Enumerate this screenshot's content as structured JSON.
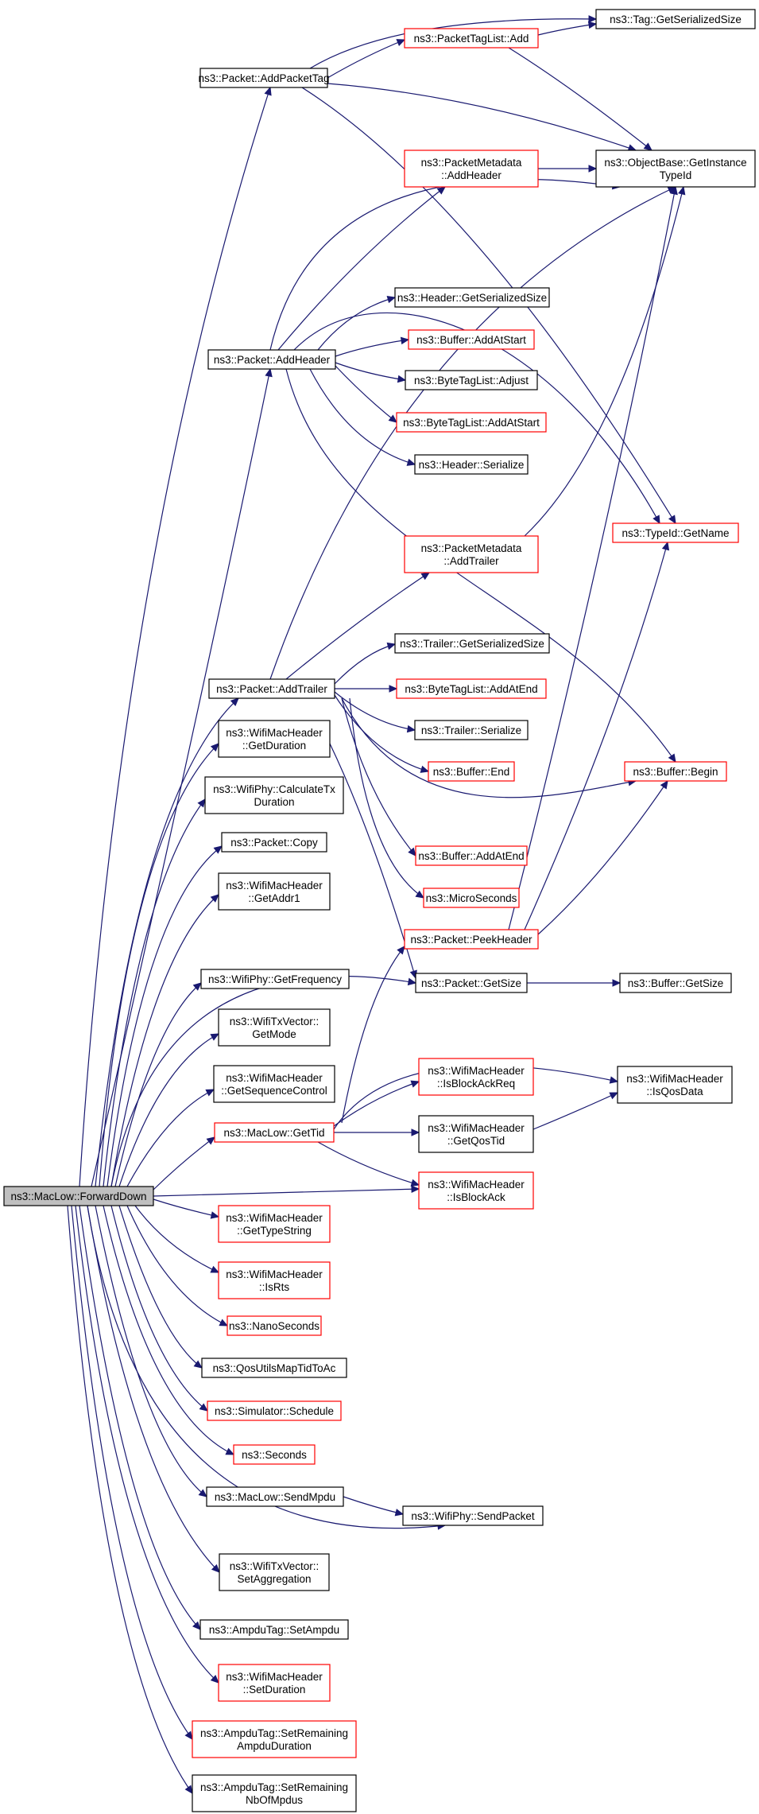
{
  "colors": {
    "edge": "#191970",
    "border_black": "#000000",
    "border_red": "#ff0000",
    "root_fill": "#bfbfbf",
    "node_fill": "#ffffff"
  },
  "nodes": [
    {
      "id": "root",
      "lines": [
        "ns3::MacLow::ForwardDown"
      ],
      "kind": "root"
    },
    {
      "id": "addPacketTag",
      "lines": [
        "ns3::Packet::AddPacketTag"
      ],
      "kind": "black"
    },
    {
      "id": "tagListAdd",
      "lines": [
        "ns3::PacketTagList::Add"
      ],
      "kind": "red"
    },
    {
      "id": "tagGetSize",
      "lines": [
        "ns3::Tag::GetSerializedSize"
      ],
      "kind": "black"
    },
    {
      "id": "getInstanceTypeId",
      "lines": [
        "ns3::ObjectBase::GetInstance",
        "TypeId"
      ],
      "kind": "black"
    },
    {
      "id": "metaAddHeader",
      "lines": [
        "ns3::PacketMetadata",
        "::AddHeader"
      ],
      "kind": "red"
    },
    {
      "id": "headerGetSize",
      "lines": [
        "ns3::Header::GetSerializedSize"
      ],
      "kind": "black"
    },
    {
      "id": "addHeader",
      "lines": [
        "ns3::Packet::AddHeader"
      ],
      "kind": "black"
    },
    {
      "id": "bufAddAtStart",
      "lines": [
        "ns3::Buffer::AddAtStart"
      ],
      "kind": "red"
    },
    {
      "id": "byteAdjust",
      "lines": [
        "ns3::ByteTagList::Adjust"
      ],
      "kind": "black"
    },
    {
      "id": "byteAddAtStart",
      "lines": [
        "ns3::ByteTagList::AddAtStart"
      ],
      "kind": "red"
    },
    {
      "id": "headerSerialize",
      "lines": [
        "ns3::Header::Serialize"
      ],
      "kind": "black"
    },
    {
      "id": "typeIdGetName",
      "lines": [
        "ns3::TypeId::GetName"
      ],
      "kind": "red"
    },
    {
      "id": "metaAddTrailer",
      "lines": [
        "ns3::PacketMetadata",
        "::AddTrailer"
      ],
      "kind": "red"
    },
    {
      "id": "trailerGetSize",
      "lines": [
        "ns3::Trailer::GetSerializedSize"
      ],
      "kind": "black"
    },
    {
      "id": "addTrailer",
      "lines": [
        "ns3::Packet::AddTrailer"
      ],
      "kind": "black"
    },
    {
      "id": "byteAddAtEnd",
      "lines": [
        "ns3::ByteTagList::AddAtEnd"
      ],
      "kind": "red"
    },
    {
      "id": "trailerSerialize",
      "lines": [
        "ns3::Trailer::Serialize"
      ],
      "kind": "black"
    },
    {
      "id": "macGetDuration",
      "lines": [
        "ns3::WifiMacHeader",
        "::GetDuration"
      ],
      "kind": "black"
    },
    {
      "id": "bufEnd",
      "lines": [
        "ns3::Buffer::End"
      ],
      "kind": "red"
    },
    {
      "id": "bufBegin",
      "lines": [
        "ns3::Buffer::Begin"
      ],
      "kind": "red"
    },
    {
      "id": "calcTxDuration",
      "lines": [
        "ns3::WifiPhy::CalculateTx",
        "Duration"
      ],
      "kind": "black"
    },
    {
      "id": "packetCopy",
      "lines": [
        "ns3::Packet::Copy"
      ],
      "kind": "black"
    },
    {
      "id": "bufAddAtEnd",
      "lines": [
        "ns3::Buffer::AddAtEnd"
      ],
      "kind": "red"
    },
    {
      "id": "getAddr1",
      "lines": [
        "ns3::WifiMacHeader",
        "::GetAddr1"
      ],
      "kind": "black"
    },
    {
      "id": "microSeconds",
      "lines": [
        "ns3::MicroSeconds"
      ],
      "kind": "red"
    },
    {
      "id": "peekHeader",
      "lines": [
        "ns3::Packet::PeekHeader"
      ],
      "kind": "red"
    },
    {
      "id": "getFrequency",
      "lines": [
        "ns3::WifiPhy::GetFrequency"
      ],
      "kind": "black"
    },
    {
      "id": "packetGetSize",
      "lines": [
        "ns3::Packet::GetSize"
      ],
      "kind": "black"
    },
    {
      "id": "bufGetSize",
      "lines": [
        "ns3::Buffer::GetSize"
      ],
      "kind": "black"
    },
    {
      "id": "txGetMode",
      "lines": [
        "ns3::WifiTxVector::",
        "GetMode"
      ],
      "kind": "black"
    },
    {
      "id": "isBlockAckReq",
      "lines": [
        "ns3::WifiMacHeader",
        "::IsBlockAckReq"
      ],
      "kind": "red"
    },
    {
      "id": "isQosData",
      "lines": [
        "ns3::WifiMacHeader",
        "::IsQosData"
      ],
      "kind": "black"
    },
    {
      "id": "getSeqControl",
      "lines": [
        "ns3::WifiMacHeader",
        "::GetSequenceControl"
      ],
      "kind": "black"
    },
    {
      "id": "getTid",
      "lines": [
        "ns3::MacLow::GetTid"
      ],
      "kind": "red"
    },
    {
      "id": "getQosTid",
      "lines": [
        "ns3::WifiMacHeader",
        "::GetQosTid"
      ],
      "kind": "black"
    },
    {
      "id": "isBlockAck",
      "lines": [
        "ns3::WifiMacHeader",
        "::IsBlockAck"
      ],
      "kind": "red"
    },
    {
      "id": "getTypeString",
      "lines": [
        "ns3::WifiMacHeader",
        "::GetTypeString"
      ],
      "kind": "red"
    },
    {
      "id": "isRts",
      "lines": [
        "ns3::WifiMacHeader",
        "::IsRts"
      ],
      "kind": "red"
    },
    {
      "id": "nanoSeconds",
      "lines": [
        "ns3::NanoSeconds"
      ],
      "kind": "red"
    },
    {
      "id": "qosMapTid",
      "lines": [
        "ns3::QosUtilsMapTidToAc"
      ],
      "kind": "black"
    },
    {
      "id": "simSchedule",
      "lines": [
        "ns3::Simulator::Schedule"
      ],
      "kind": "red"
    },
    {
      "id": "seconds",
      "lines": [
        "ns3::Seconds"
      ],
      "kind": "red"
    },
    {
      "id": "sendMpdu",
      "lines": [
        "ns3::MacLow::SendMpdu"
      ],
      "kind": "black"
    },
    {
      "id": "sendPacket",
      "lines": [
        "ns3::WifiPhy::SendPacket"
      ],
      "kind": "black"
    },
    {
      "id": "setAggregation",
      "lines": [
        "ns3::WifiTxVector::",
        "SetAggregation"
      ],
      "kind": "black"
    },
    {
      "id": "setAmpdu",
      "lines": [
        "ns3::AmpduTag::SetAmpdu"
      ],
      "kind": "black"
    },
    {
      "id": "setDuration",
      "lines": [
        "ns3::WifiMacHeader",
        "::SetDuration"
      ],
      "kind": "red"
    },
    {
      "id": "setRemAmpduDur",
      "lines": [
        "ns3::AmpduTag::SetRemaining",
        "AmpduDuration"
      ],
      "kind": "red"
    },
    {
      "id": "setRemNbMpdus",
      "lines": [
        "ns3::AmpduTag::SetRemaining",
        "NbOfMpdus"
      ],
      "kind": "black"
    }
  ]
}
